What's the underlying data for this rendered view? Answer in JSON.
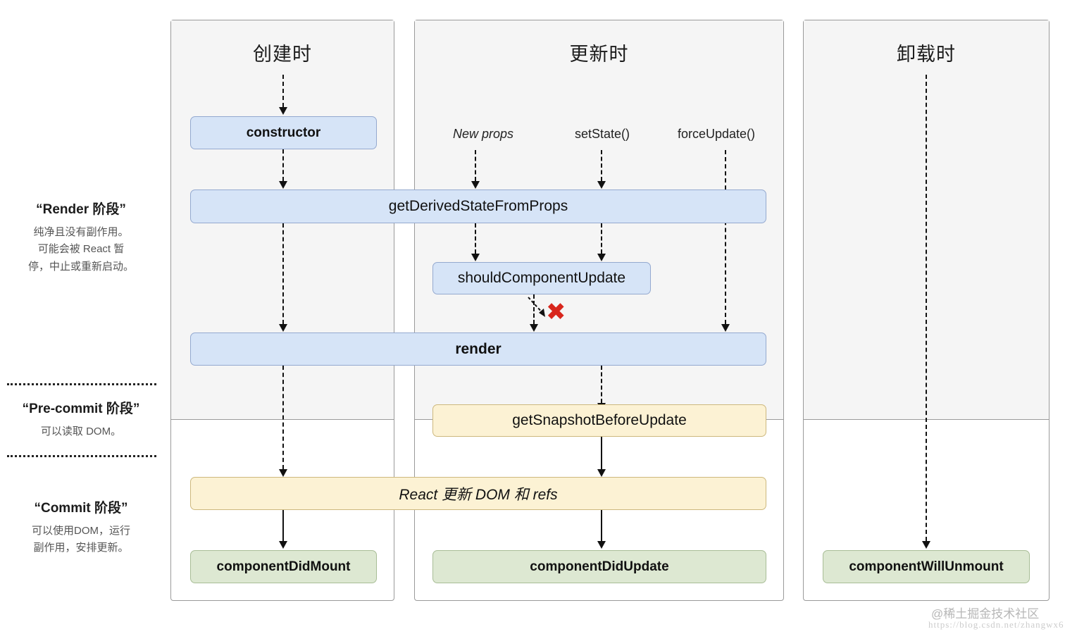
{
  "columns": [
    {
      "id": "mount",
      "title": "创建时"
    },
    {
      "id": "update",
      "title": "更新时"
    },
    {
      "id": "unmount",
      "title": "卸载时"
    }
  ],
  "phases": [
    {
      "id": "render",
      "title": "“Render 阶段”",
      "description": "纯净且没有副作用。\n可能会被 React 暂\n停，中止或重新启动。"
    },
    {
      "id": "pre-commit",
      "title": "“Pre-commit 阶段”",
      "description": "可以读取 DOM。"
    },
    {
      "id": "commit",
      "title": "“Commit 阶段”",
      "description": "可以使用DOM，运行\n副作用，安排更新。"
    }
  ],
  "triggers": [
    {
      "id": "new-props",
      "label": "New props",
      "italic": true
    },
    {
      "id": "set-state",
      "label": "setState()",
      "italic": false
    },
    {
      "id": "force-update",
      "label": "forceUpdate()",
      "italic": false
    }
  ],
  "boxes": {
    "constructor": "constructor",
    "get_derived_state": "getDerivedStateFromProps",
    "should_component_update": "shouldComponentUpdate",
    "render": "render",
    "get_snapshot": "getSnapshotBeforeUpdate",
    "react_updates_dom": "React 更新 DOM 和 refs",
    "component_did_mount": "componentDidMount",
    "component_did_update": "componentDidUpdate",
    "component_will_unmount": "componentWillUnmount"
  },
  "markers": {
    "skip_render_x": "✖"
  },
  "watermark": {
    "handle": "@稀土掘金技术社区",
    "url": "https://blog.csdn.net/zhangwx6"
  },
  "colors": {
    "render_phase_box": "#d6e4f7",
    "render_phase_border": "#94a9cf",
    "pre_commit_box": "#fcf2d4",
    "pre_commit_border": "#cdb87d",
    "commit_box": "#dde8d2",
    "commit_border": "#a8bd96",
    "column_shade": "#f5f5f5",
    "column_border": "#9a9a9a",
    "skip_marker": "#d8261c"
  }
}
